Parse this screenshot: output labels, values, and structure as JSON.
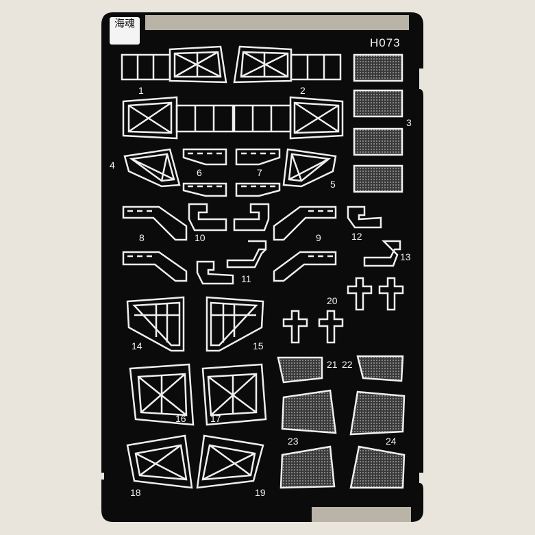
{
  "sheet": {
    "code": "H073",
    "logo_text": "海魂"
  },
  "part_numbers": [
    "1",
    "2",
    "3",
    "4",
    "5",
    "6",
    "7",
    "8",
    "9",
    "10",
    "11",
    "12",
    "13",
    "14",
    "15",
    "16",
    "17",
    "18",
    "19",
    "20",
    "21",
    "22",
    "23",
    "24"
  ]
}
